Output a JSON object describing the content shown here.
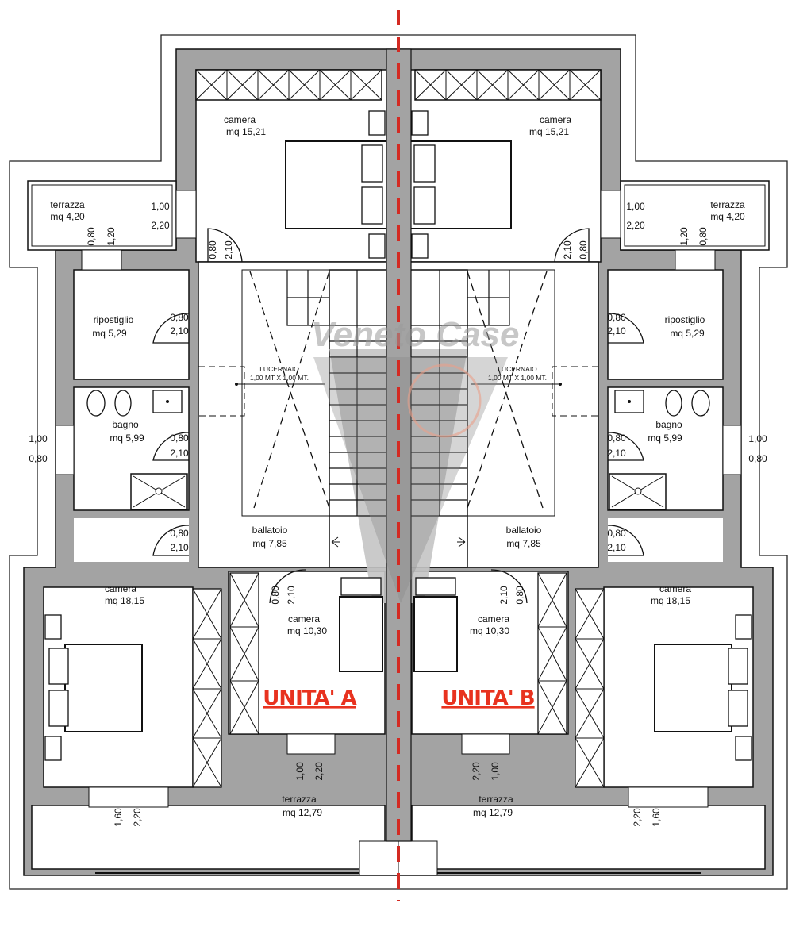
{
  "watermark": "Veneto Case",
  "colors": {
    "wall": "#a3a3a3",
    "axis": "#d42a22",
    "label": "#e8321f"
  },
  "unit_a": {
    "title": "UNITA' A",
    "camera_top": {
      "name": "camera",
      "area": "mq 15,21"
    },
    "terrazza_small": {
      "name": "terrazza",
      "area": "mq 4,20"
    },
    "win_terrazza": {
      "w": "1,00",
      "h": "2,20"
    },
    "win_bagno_top": {
      "w": "0,80",
      "h": "1,20"
    },
    "door_camera_top": {
      "w": "0,80",
      "h": "2,10"
    },
    "ripostiglio": {
      "name": "ripostiglio",
      "area": "mq 5,29"
    },
    "door_ripostiglio": {
      "w": "0,80",
      "h": "2,10"
    },
    "lucernaio": {
      "name": "LUCERNAIO",
      "size": "1,00 MT X 1,00 MT."
    },
    "bagno": {
      "name": "bagno",
      "area": "mq 5,99"
    },
    "door_bagno": {
      "w": "0,80",
      "h": "2,10"
    },
    "win_bagno_side": {
      "w": "1,00",
      "h": "0,80"
    },
    "door_camera_big": {
      "w": "0,80",
      "h": "2,10"
    },
    "ballatoio": {
      "name": "ballatoio",
      "area": "mq 7,85"
    },
    "camera_big": {
      "name": "camera",
      "area": "mq 18,15"
    },
    "door_camera_small": {
      "w": "0,80",
      "h": "2,10"
    },
    "camera_small": {
      "name": "camera",
      "area": "mq 10,30"
    },
    "win_camera_small": {
      "w": "1,00",
      "h": "2,20"
    },
    "terrazza_big": {
      "name": "terrazza",
      "area": "mq 12,79"
    },
    "win_camera_big": {
      "w": "1,60",
      "h": "2,20"
    }
  },
  "unit_b": {
    "title": "UNITA' B",
    "camera_top": {
      "name": "camera",
      "area": "mq 15,21"
    },
    "terrazza_small": {
      "name": "terrazza",
      "area": "mq 4,20"
    },
    "win_terrazza": {
      "w": "1,00",
      "h": "2,20"
    },
    "win_bagno_top": {
      "w": "0,80",
      "h": "1,20"
    },
    "door_camera_top": {
      "w": "0,80",
      "h": "2,10"
    },
    "ripostiglio": {
      "name": "ripostiglio",
      "area": "mq 5,29"
    },
    "door_ripostiglio": {
      "w": "0,80",
      "h": "2,10"
    },
    "lucernaio": {
      "name": "LUCERNAIO",
      "size": "1,00 MT X 1,00 MT."
    },
    "bagno": {
      "name": "bagno",
      "area": "mq 5,99"
    },
    "door_bagno": {
      "w": "0,80",
      "h": "2,10"
    },
    "win_bagno_side": {
      "w": "1,00",
      "h": "0,80"
    },
    "door_camera_big": {
      "w": "0,80",
      "h": "2,10"
    },
    "ballatoio": {
      "name": "ballatoio",
      "area": "mq 7,85"
    },
    "camera_big": {
      "name": "camera",
      "area": "mq 18,15"
    },
    "door_camera_small": {
      "w": "0,80",
      "h": "2,10"
    },
    "camera_small": {
      "name": "camera",
      "area": "mq 10,30"
    },
    "win_camera_small": {
      "w": "1,00",
      "h": "2,20"
    },
    "terrazza_big": {
      "name": "terrazza",
      "area": "mq 12,79"
    },
    "win_camera_big": {
      "w": "1,60",
      "h": "2,20"
    }
  }
}
